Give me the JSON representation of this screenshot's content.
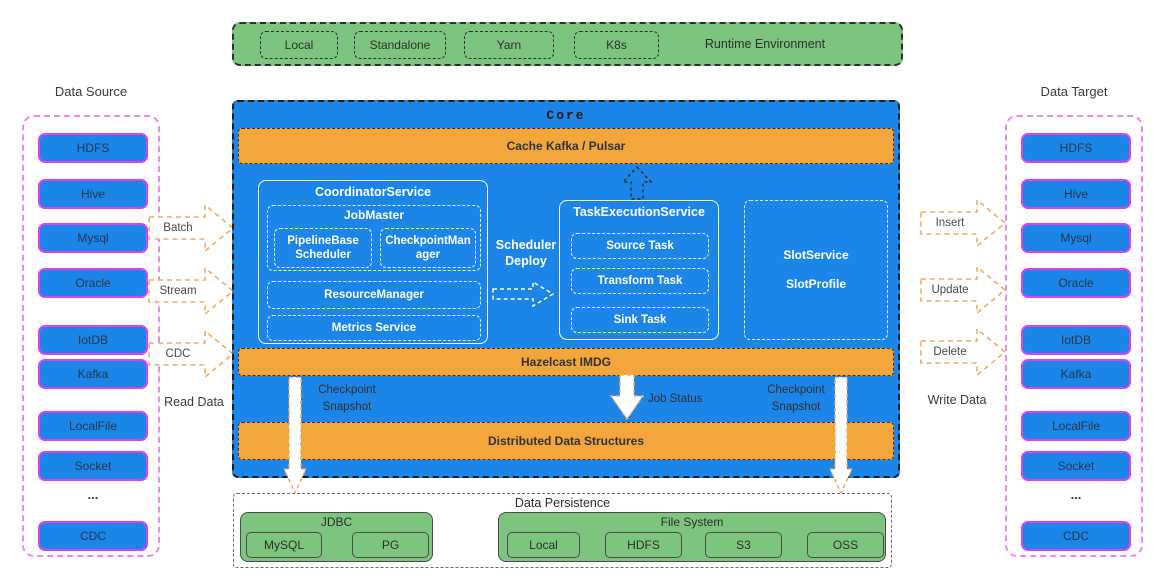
{
  "colors": {
    "blue": "#1b86e8",
    "orange": "#f3a63c",
    "green": "#7dc57e",
    "magenta_border": "#de3ff0",
    "arrow_orange": "#f1ab62"
  },
  "runtime": {
    "label": "Runtime Environment",
    "items": [
      "Local",
      "Standalone",
      "Yarn",
      "K8s"
    ]
  },
  "data_source": {
    "title": "Data Source",
    "read_label": "Read Data",
    "flow_labels": [
      "Batch",
      "Stream",
      "CDC"
    ],
    "dots": "...",
    "items": [
      "HDFS",
      "Hive",
      "Mysql",
      "Oracle",
      "IotDB",
      "Kafka",
      "LocalFile",
      "Socket",
      "CDC"
    ]
  },
  "data_target": {
    "title": "Data Target",
    "write_label": "Write Data",
    "flow_labels": [
      "Insert",
      "Update",
      "Delete"
    ],
    "dots": "...",
    "items": [
      "HDFS",
      "Hive",
      "Mysql",
      "Oracle",
      "IotDB",
      "Kafka",
      "LocalFile",
      "Socket",
      "CDC"
    ]
  },
  "core": {
    "title": "Core",
    "cache_bar": "Cache Kafka / Pulsar",
    "coordinator": {
      "title": "CoordinatorService",
      "job_master": {
        "title": "JobMaster",
        "scheduler": "PipelineBase Scheduler",
        "checkpoint_manager": "CheckpointManager"
      },
      "resource_manager": "ResourceManager",
      "metrics_service": "Metrics Service"
    },
    "scheduler_deploy": "Scheduler Deploy",
    "task_execution": {
      "title": "TaskExecutionService",
      "tasks": [
        "Source Task",
        "Transform Task",
        "Sink Task"
      ]
    },
    "slot": {
      "service": "SlotService",
      "profile": "SlotProfile"
    },
    "hazelcast_bar": "Hazelcast IMDG",
    "checkpoint_snapshot_left": "Checkpoint Snapshot",
    "checkpoint_snapshot_right": "Checkpoint Snapshot",
    "job_status": "Job Status",
    "dds_bar": "Distributed Data Structures"
  },
  "persistence": {
    "title": "Data Persistence",
    "jdbc": {
      "title": "JDBC",
      "items": [
        "MySQL",
        "PG"
      ]
    },
    "file_system": {
      "title": "File System",
      "items": [
        "Local",
        "HDFS",
        "S3",
        "OSS"
      ]
    }
  }
}
